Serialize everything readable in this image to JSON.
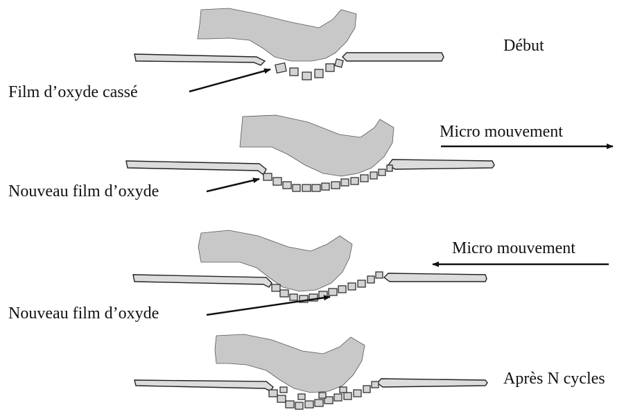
{
  "labels": {
    "debut": "Début",
    "film_casse": "Film d’oxyde cassé",
    "micro_right": "Micro mouvement",
    "nouveau_film_1": "Nouveau film d’oxyde",
    "micro_left": "Micro mouvement",
    "nouveau_film_2": "Nouveau film d’oxyde",
    "apres": "Après N cycles"
  },
  "colors": {
    "contact_body": "#c8c8c8",
    "plate": "#dcdcdc",
    "debris": "#cfcfcf",
    "stroke": "#222222"
  }
}
